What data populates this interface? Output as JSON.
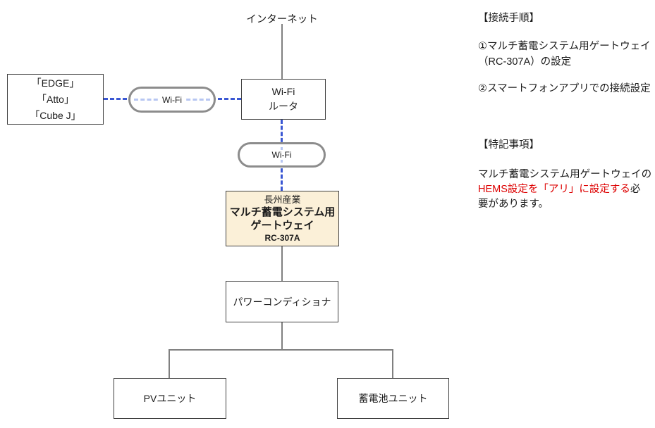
{
  "diagram": {
    "internet_label": "インターネット",
    "left_device": {
      "lines": [
        "「EDGE」",
        "「Atto」",
        "「Cube J」"
      ]
    },
    "router": {
      "lines": [
        "Wi-Fi",
        "ルータ"
      ]
    },
    "wifi_link_1": {
      "label": "Wi-Fi"
    },
    "wifi_link_2": {
      "label": "Wi-Fi"
    },
    "gateway": {
      "maker": "長州産業",
      "name_line1": "マルチ蓄電システム用",
      "name_line2": "ゲートウェイ",
      "model": "RC-307A"
    },
    "power_conditioner": {
      "label": "パワーコンディショナ"
    },
    "pv_unit": {
      "label": "PVユニット"
    },
    "battery_unit": {
      "label": "蓄電池ユニット"
    }
  },
  "side_notes": {
    "procedure": {
      "heading": "【接続手順】",
      "step1_line1": "①マルチ蓄電システム用ゲートウェイ",
      "step1_line2": "（RC-307A）の設定",
      "step2": "②スマートフォンアプリでの接続設定"
    },
    "special": {
      "heading": "【特記事項】",
      "line1": "マルチ蓄電システム用ゲートウェイの",
      "line2_red": "HEMS設定を「アリ」に設定する",
      "line2_black": "必",
      "line3": "要があります。"
    }
  },
  "colors": {
    "wifi_dash": "#3a57d3",
    "wifi_dash_light": "#b7c6f2",
    "pill_border": "#8c8c8c",
    "connector_gray": "#808080",
    "box_border": "#404040",
    "gateway_fill": "#fbf0d8",
    "note_red": "#dd0000"
  }
}
